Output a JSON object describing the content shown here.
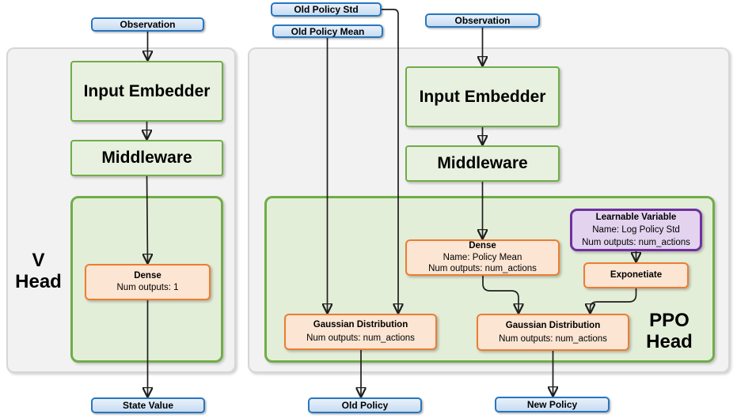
{
  "colors": {
    "io_border": "#2776c0",
    "io_fill_top": "#e9f1fb",
    "io_fill_bottom": "#c7dcf1",
    "block_border": "#70ad47",
    "block_fill": "#e8f1df",
    "panel_green_fill": "#e3eed8",
    "layer_border": "#ed7d31",
    "layer_fill": "#fce5d3",
    "variable_border": "#7030a0",
    "variable_fill": "#e3d3ef",
    "section_fill": "#f2f2f2",
    "section_border": "#d6d6d6",
    "arrow": "#1f1f1f"
  },
  "v_head": {
    "label_line1": "V",
    "label_line2": "Head",
    "observation": "Observation",
    "input_embedder": "Input Embedder",
    "middleware": "Middleware",
    "dense_title": "Dense",
    "dense_outputs": "Num outputs: 1",
    "state_value": "State Value"
  },
  "ppo_head": {
    "label_line1": "PPO",
    "label_line2": "Head",
    "old_policy_std": "Old Policy Std",
    "old_policy_mean": "Old Policy Mean",
    "observation": "Observation",
    "input_embedder": "Input Embedder",
    "middleware": "Middleware",
    "dense_title": "Dense",
    "dense_name": "Name: Policy Mean",
    "dense_outputs": "Num outputs: num_actions",
    "learnable_title": "Learnable Variable",
    "learnable_name": "Name: Log Policy Std",
    "learnable_outputs": "Num outputs: num_actions",
    "exponetiate": "Exponetiate",
    "gaussian_old_title": "Gaussian Distribution",
    "gaussian_old_outputs": "Num outputs: num_actions",
    "gaussian_new_title": "Gaussian Distribution",
    "gaussian_new_outputs": "Num outputs: num_actions",
    "old_policy": "Old Policy",
    "new_policy": "New Policy"
  },
  "edges": [
    {
      "from": "v-observation",
      "to": "v-input-embedder"
    },
    {
      "from": "v-input-embedder",
      "to": "v-middleware"
    },
    {
      "from": "v-middleware",
      "to": "v-dense"
    },
    {
      "from": "v-dense",
      "to": "v-state-value"
    },
    {
      "from": "ppo-observation",
      "to": "ppo-input-embedder"
    },
    {
      "from": "ppo-input-embedder",
      "to": "ppo-middleware"
    },
    {
      "from": "ppo-middleware",
      "to": "ppo-dense-policy-mean"
    },
    {
      "from": "ppo-old-policy-std",
      "to": "ppo-gaussian-distribution-old"
    },
    {
      "from": "ppo-old-policy-mean",
      "to": "ppo-gaussian-distribution-old"
    },
    {
      "from": "ppo-dense-policy-mean",
      "to": "ppo-gaussian-distribution-new"
    },
    {
      "from": "ppo-learnable-variable",
      "to": "ppo-exponetiate"
    },
    {
      "from": "ppo-exponetiate",
      "to": "ppo-gaussian-distribution-new"
    },
    {
      "from": "ppo-gaussian-distribution-old",
      "to": "ppo-old-policy"
    },
    {
      "from": "ppo-gaussian-distribution-new",
      "to": "ppo-new-policy"
    }
  ]
}
